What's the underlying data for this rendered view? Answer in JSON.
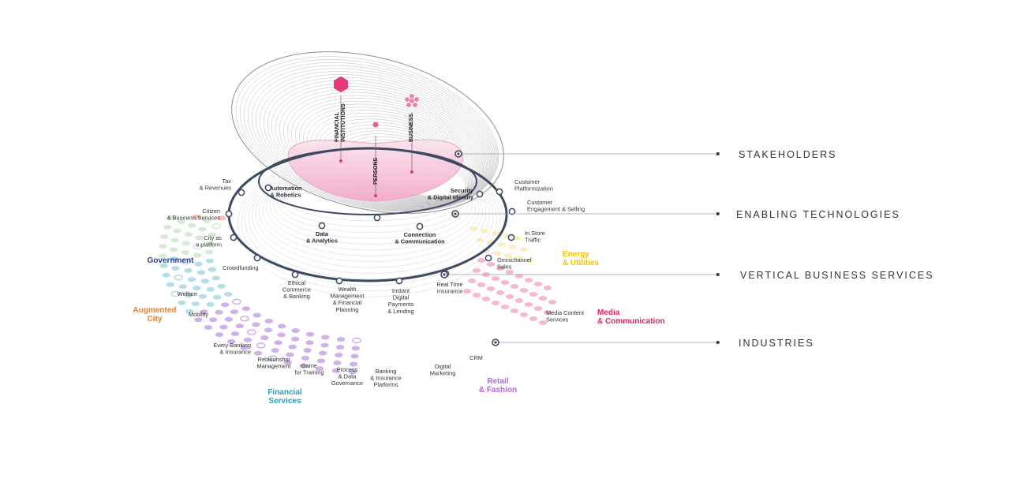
{
  "colors": {
    "ring": "#3e4a62",
    "legend_line": "#9a9a9a",
    "stakeholder_pink": "#e23a7a",
    "government": "#2d3f8f",
    "augmented_city": "#f07a1e",
    "financial_services": "#2a9fc0",
    "retail_fashion": "#b06ad6",
    "media_communication": "#e0245e",
    "energy_utilities": "#f2c200"
  },
  "legend": [
    {
      "label": "STAKEHOLDERS"
    },
    {
      "label": "ENABLING TECHNOLOGIES"
    },
    {
      "label": "VERTICAL BUSINESS SERVICES"
    },
    {
      "label": "INDUSTRIES"
    }
  ],
  "stakeholders": [
    {
      "lines": [
        "FINANCIAL",
        "INSTITUTIONS"
      ],
      "icon": "cube-icon"
    },
    {
      "lines": [
        "PERSONS"
      ],
      "icon": "person-icon"
    },
    {
      "lines": [
        "BUSINESS"
      ],
      "icon": "network-icon"
    }
  ],
  "technologies": [
    {
      "lines": [
        "Automation",
        "& Robotics"
      ]
    },
    {
      "lines": [
        "Security",
        "& Digital Identity"
      ]
    },
    {
      "lines": [
        "Data",
        "& Analytics"
      ]
    },
    {
      "lines": [
        "Connection",
        "& Communication"
      ]
    }
  ],
  "services": [
    {
      "lines": [
        "Tax",
        "& Revenues"
      ]
    },
    {
      "lines": [
        "Citizen",
        "& Business Services"
      ]
    },
    {
      "lines": [
        "City as",
        "a platform"
      ]
    },
    {
      "lines": [
        "Crowdfunding"
      ]
    },
    {
      "lines": [
        "Ethical",
        "Commerce",
        "& Banking"
      ]
    },
    {
      "lines": [
        "Wealth",
        "Management",
        "& Financial",
        "Planning"
      ]
    },
    {
      "lines": [
        "Instant",
        "Digital",
        "Payments",
        "& Lending"
      ]
    },
    {
      "lines": [
        "Real Time",
        "Insurance"
      ]
    },
    {
      "lines": [
        "Omnichannel",
        "Sales"
      ]
    },
    {
      "lines": [
        "In Store",
        "Traffic"
      ]
    },
    {
      "lines": [
        "Customer",
        "Engagement & Selling"
      ]
    },
    {
      "lines": [
        "Customer",
        "Platformization"
      ]
    }
  ],
  "industries": [
    {
      "lines": [
        "Government"
      ]
    },
    {
      "lines": [
        "Augmented",
        "City"
      ]
    },
    {
      "lines": [
        "Financial",
        "Services"
      ]
    },
    {
      "lines": [
        "Retail",
        "& Fashion"
      ]
    },
    {
      "lines": [
        "Media",
        "& Communication"
      ]
    },
    {
      "lines": [
        "Energy",
        "& Utilities"
      ]
    }
  ],
  "sub_services": [
    {
      "lines": [
        "Welfare"
      ]
    },
    {
      "lines": [
        "Mobility"
      ]
    },
    {
      "lines": [
        "Every Banking",
        "& Insurance"
      ]
    },
    {
      "lines": [
        "Relationship",
        "Management"
      ]
    },
    {
      "lines": [
        "Game",
        "for Training"
      ]
    },
    {
      "lines": [
        "Process",
        "& Data",
        "Governance"
      ]
    },
    {
      "lines": [
        "Banking",
        "& Insurance",
        "Platforms"
      ]
    },
    {
      "lines": [
        "Digital",
        "Marketing"
      ]
    },
    {
      "lines": [
        "CRM"
      ]
    },
    {
      "lines": [
        "Media Content",
        "Services"
      ]
    }
  ]
}
